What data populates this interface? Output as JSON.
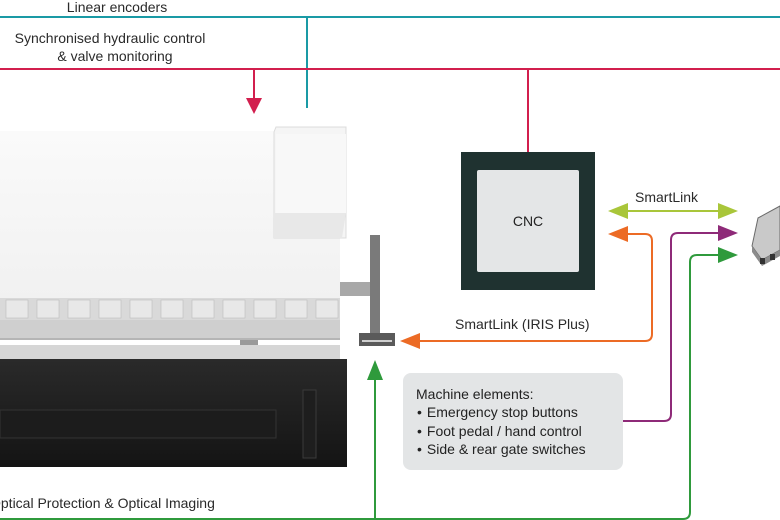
{
  "diagram": {
    "labels": {
      "linear_encoders": "Linear encoders",
      "hydraulic_line1": "Synchronised hydraulic control",
      "hydraulic_line2": "& valve monitoring",
      "cnc": "CNC",
      "smartlink": "SmartLink",
      "smartlink_iris": "SmartLink (IRIS Plus)",
      "optical": "Optical Protection & Optical Imaging"
    },
    "machine_elements": {
      "title": "Machine elements:",
      "items": [
        "Emergency stop buttons",
        "Foot pedal / hand control",
        "Side & rear gate switches"
      ]
    },
    "colors": {
      "teal": "#1a9aa5",
      "crimson": "#d21f4e",
      "lime": "#a9c63a",
      "orange": "#ec6b25",
      "purple": "#8e2a78",
      "green": "#2f9a3c",
      "cnc_frame": "#1f3230",
      "cnc_screen": "#e4e6e7",
      "panel_bg": "#e3e5e6"
    }
  }
}
